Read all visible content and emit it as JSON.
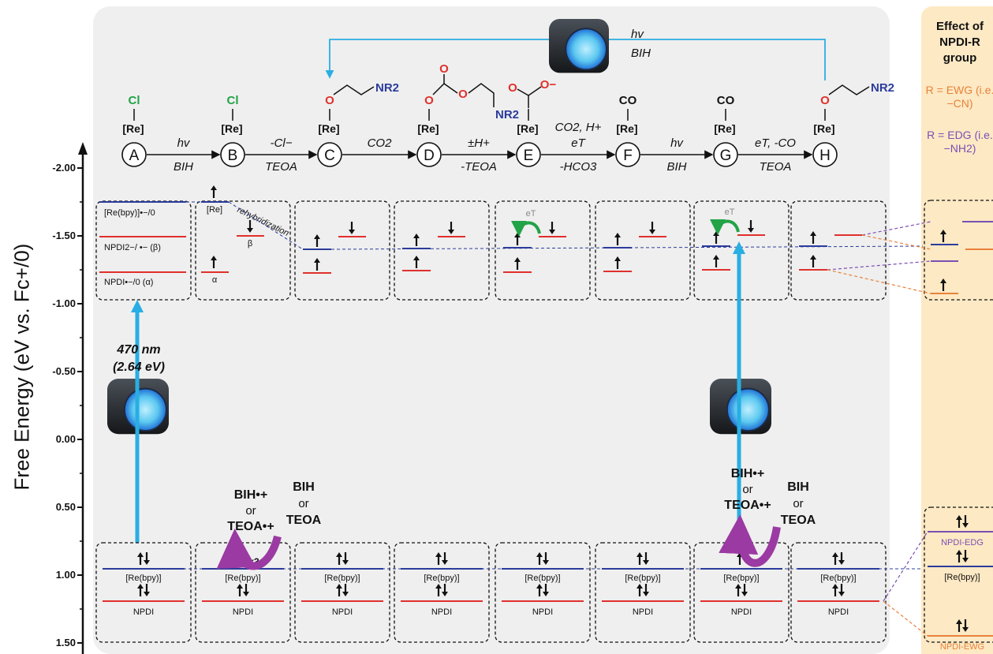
{
  "yaxis": {
    "title": "Free Energy (eV vs. Fc+/0)",
    "ticks": [
      "-2.00",
      "-1.50",
      "-1.00",
      "-0.50",
      "0.00",
      "0.50",
      "1.00",
      "1.50"
    ]
  },
  "side_panel": {
    "title": "Effect of NPDI-R group",
    "ewg": "R = EWG (i.e. −CN)",
    "edg": "R = EDG (i.e. −NH2)",
    "label_edg": "NPDI-EDG",
    "label_rebpy": "[Re(bpy)]",
    "label_ewg": "NPDI-EWG"
  },
  "states": [
    "A",
    "B",
    "C",
    "D",
    "E",
    "F",
    "G",
    "H"
  ],
  "top_fragments": {
    "cl": "Cl",
    "re": "[Re]",
    "nr2": "NR2",
    "co": "CO",
    "o": "O",
    "ominus": "O−"
  },
  "arrows": {
    "ab_top": "hv",
    "ab_bot": "BIH",
    "bc_top": "-Cl−",
    "bc_bot": "TEOA",
    "cd_top": "CO2",
    "de_top": "±H+",
    "de_bot": "-TEOA",
    "ef_top1": "CO2, H+",
    "ef_top2": "eT",
    "ef_bot": "-HCO3",
    "fg_top": "hv",
    "fg_bot": "BIH",
    "gh_top": "eT, -CO",
    "gh_bot": "TEOA",
    "loop_top": "hv",
    "loop_bot": "BIH"
  },
  "levels": {
    "rebpy_red": "[Re(bpy)]•−/0",
    "npdi_beta": "NPDI2−/ •− (β)",
    "npdi_alpha": "NPDI•−/0 (α)",
    "re": "[Re]",
    "alpha": "α",
    "beta": "β",
    "rehyb": "rehybridization",
    "eT": "eT",
    "rebpy": "[Re(bpy)]",
    "npdi": "NPDI"
  },
  "excitation": {
    "wavelength": "470 nm",
    "energy": "(2.64 eV)"
  },
  "donors": {
    "bih_rad": "BIH•+",
    "or": "or",
    "teoa_rad": "TEOA•+",
    "bih": "BIH",
    "teoa": "TEOA",
    "x3": "x3"
  },
  "colors": {
    "blue_level": "#2b3c9c",
    "red_level": "#e0302c",
    "cyan_arrow": "#29aee3",
    "purple": "#9b3aa3",
    "green": "#22a347",
    "orange": "#e8823a",
    "violet": "#7b4fb3"
  }
}
